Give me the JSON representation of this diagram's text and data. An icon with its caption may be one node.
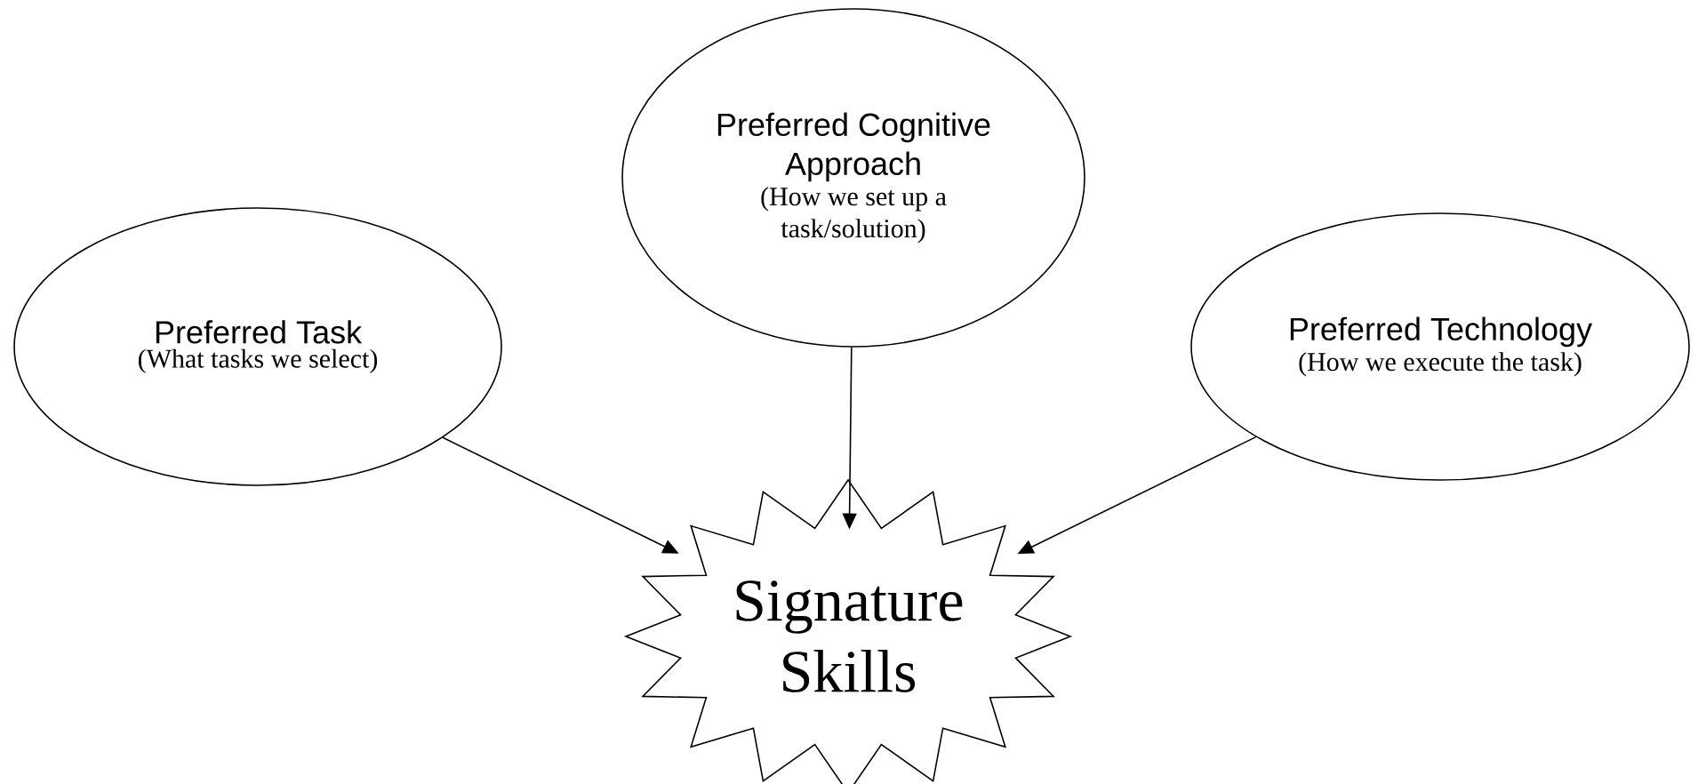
{
  "diagram": {
    "nodes": [
      {
        "text": [
          "Preferred Cognitive Approach",
          "(How we set up a task/solution)"
        ]
      },
      {
        "text": [
          "Preferred Task",
          "(What tasks we select)"
        ]
      },
      {
        "text": [
          "Preferred Technology",
          "(How we execute the task)"
        ]
      },
      {
        "text": [
          "Signature Skills"
        ]
      }
    ],
    "edges": [
      {
        "from": 1,
        "to": 3,
        "arrow": "to"
      },
      {
        "from": 0,
        "to": 3,
        "arrow": "to"
      },
      {
        "from": 2,
        "to": 3,
        "arrow": "to"
      }
    ]
  }
}
